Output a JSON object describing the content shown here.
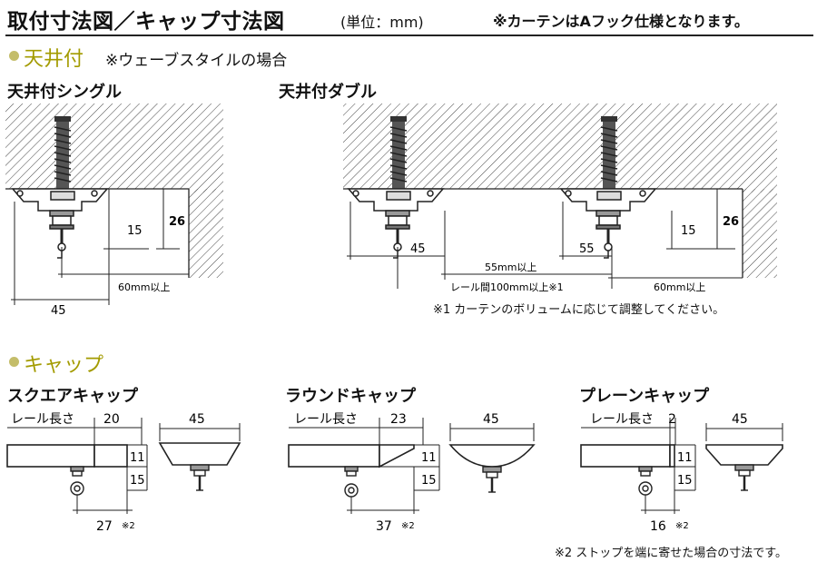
{
  "header": {
    "title": "取付寸法図／キャップ寸法図",
    "unit": "(単位：mm)",
    "note": "※カーテンはAフック仕様となります。"
  },
  "ceiling_section": {
    "title": "天井付",
    "subtitle": "※ウェーブスタイルの場合",
    "single": {
      "title": "天井付シングル",
      "dim_15": "15",
      "dim_26": "26",
      "dim_60": "60mm以上",
      "dim_45": "45"
    },
    "double": {
      "title": "天井付ダブル",
      "dim_45": "45",
      "dim_55": "55",
      "dim_15": "15",
      "dim_26": "26",
      "dim_55_min": "55mm以上",
      "dim_60": "60mm以上",
      "rail_gap": "レール間100mm以上※1",
      "note1": "※1 カーテンのボリュームに応じて調整してください。"
    }
  },
  "cap_section": {
    "title": "キャップ",
    "square": {
      "title": "スクエアキャップ",
      "rail_length": "レール長さ",
      "dim_20": "20",
      "dim_45": "45",
      "dim_11": "11",
      "dim_15": "15",
      "dim_27": "27",
      "mark": "※2"
    },
    "round": {
      "title": "ラウンドキャップ",
      "rail_length": "レール長さ",
      "dim_23": "23",
      "dim_45": "45",
      "dim_11": "11",
      "dim_15": "15",
      "dim_37": "37",
      "mark": "※2"
    },
    "plain": {
      "title": "プレーンキャップ",
      "rail_length": "レール長さ",
      "dim_2": "2",
      "dim_45": "45",
      "dim_11": "11",
      "dim_15": "15",
      "dim_16": "16",
      "mark": "※2"
    },
    "note2": "※2 ストップを端に寄せた場合の寸法です。"
  },
  "colors": {
    "accent": "#a39b00",
    "dot": "#c4bd6a",
    "line": "#222222"
  }
}
